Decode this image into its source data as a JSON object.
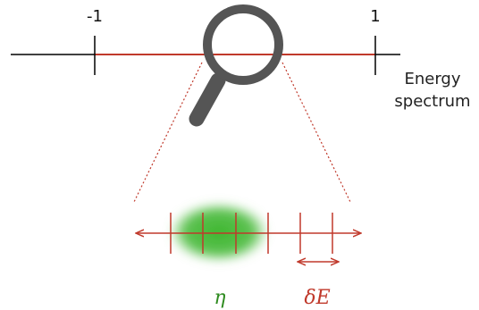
{
  "spectrum": {
    "tick_left_label": "-1",
    "tick_right_label": "1",
    "caption_line1": "Energy",
    "caption_line2": "spectrum"
  },
  "zoom": {
    "eta_label": "η",
    "delta_e_label": "δE"
  },
  "colors": {
    "axis": "#000000",
    "spectrum_band": "#c0392b",
    "magnifier": "#555555",
    "zoom_guides": "#c0392b",
    "window_fill": "#4cbb3f",
    "eta": "#2e8b1f",
    "delta_e": "#c0392b"
  },
  "icons": {
    "magnifier": "magnifying-glass-icon"
  }
}
